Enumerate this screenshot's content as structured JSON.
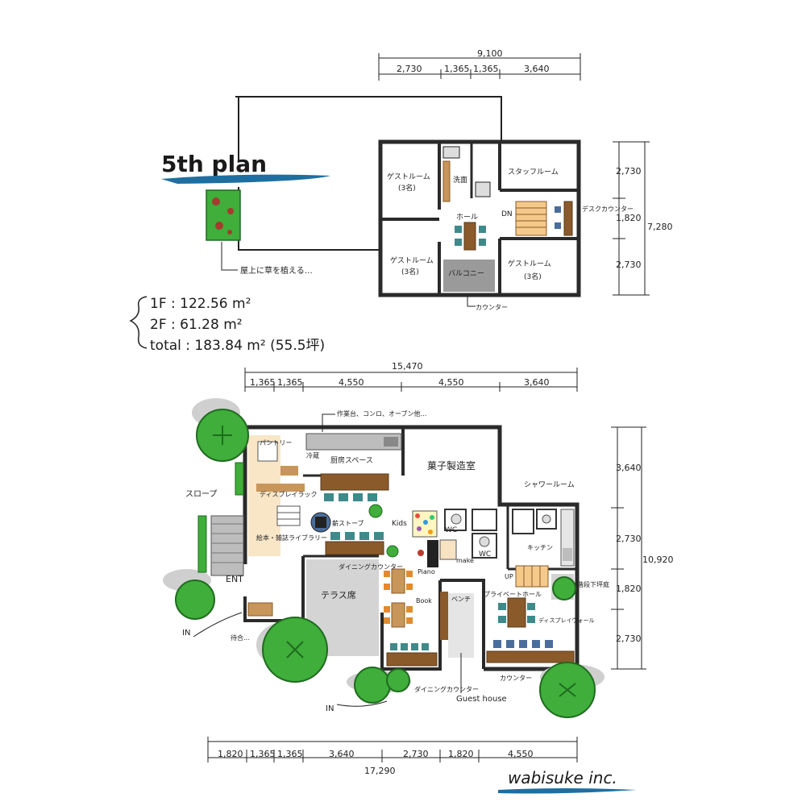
{
  "title": "5th plan",
  "logo": "wabisuke inc.",
  "area": {
    "f1": "1F : 122.56 m²",
    "f2": "2F : 61.28 m²",
    "total": "total : 183.84 m² (55.5坪)"
  },
  "courtyard_note": "屋上に草を植える…",
  "second_floor": {
    "dims_top_total": "9,100",
    "dims_top": [
      "2,730",
      "1,365",
      "1,365",
      "3,640"
    ],
    "dims_right_total": "7,280",
    "dims_right": [
      "2,730",
      "1,820",
      "2,730"
    ],
    "rooms": {
      "guest_tl": "ゲストルーム",
      "guest_tl_cap": "(3名)",
      "guest_bl": "ゲストルーム",
      "guest_bl_cap": "(3名)",
      "guest_br": "ゲストルーム",
      "guest_br_cap": "(3名)",
      "staff": "スタッフルーム",
      "hall": "ホール",
      "balcony": "バルコニー",
      "wash": "洗面",
      "desk_counter": "デスクカウンター",
      "dn": "DN",
      "counter_note": "カウンター"
    }
  },
  "first_floor": {
    "dims_top_total": "15,470",
    "dims_top": [
      "1,365",
      "1,365",
      "4,550",
      "4,550",
      "3,640"
    ],
    "dims_right_total": "10,920",
    "dims_right": [
      "3,640",
      "2,730",
      "1,820",
      "2,730"
    ],
    "dims_bottom_total": "17,290",
    "dims_bottom": [
      "1,820",
      "1,365",
      "1,365",
      "3,640",
      "2,730",
      "1,820",
      "4,550"
    ],
    "rooms": {
      "pantry": "パントリー",
      "kitchen_space": "厨房スペース",
      "bakery": "菓子製造室",
      "shower": "シャワールーム",
      "kids": "Kids",
      "wc1": "WC",
      "wc2": "WC",
      "make": "make",
      "kitchen": "キッチン",
      "display": "ディスプレイラック",
      "wood_stove": "薪ストーブ",
      "library": "絵本・雑誌ライブラリー",
      "dining_counter": "ダイニングカウンター",
      "piano": "Piano",
      "terrace": "テラス席",
      "book": "Book",
      "bench": "ベンチ",
      "private_hall": "プライベートホール",
      "desk_counter": "ディスプレイウォール",
      "stair_courtyard": "階段下坪庭",
      "counter": "カウンター",
      "ent": "ENT",
      "slope": "スロープ",
      "fridge": "冷蔵",
      "up": "UP"
    },
    "notes": {
      "sink_note": "作業台、コンロ、オーブン他…",
      "guest_house": "Guest house",
      "entry_in": "IN",
      "entry_in2": "IN",
      "bench_note": "待合…",
      "dining_counter2": "ダイニングカウンター"
    }
  },
  "colors": {
    "wall": "#2a2a2a",
    "wall_fill": "#9a9a9a",
    "wood": "#8a5a2b",
    "wood_light": "#c8955a",
    "terrace": "#d4d4d4",
    "tree": "#3fae3a",
    "tree_dark": "#1f6b1f",
    "chair_teal": "#3e8a8a",
    "chair_blue": "#4a6e9c",
    "chair_orange": "#e08c2e",
    "chair_red": "#c0392b",
    "cream": "#f7e3c1",
    "title_underline": "#1e6fa0"
  }
}
